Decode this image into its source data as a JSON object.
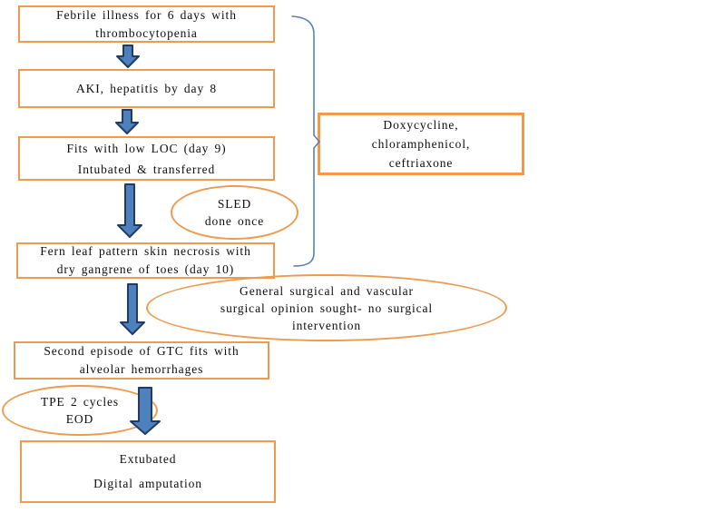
{
  "diagram": {
    "boxes": {
      "febrile": {
        "line1": "Febrile illness for 6 days with",
        "line2": "thrombocytopenia"
      },
      "aki": {
        "line1": "AKI, hepatitis by day 8"
      },
      "fits": {
        "line1": "Fits with low LOC (day 9)",
        "line2": "Intubated & transferred"
      },
      "fern": {
        "line1": "Fern leaf pattern skin necrosis with",
        "line2": "dry gangrene of toes (day 10)"
      },
      "gtc": {
        "line1": "Second episode of GTC fits with",
        "line2": "alveolar hemorrhages"
      },
      "extubated": {
        "line1": "Extubated",
        "line2": "Digital amputation"
      },
      "antibiotics": {
        "line1": "Doxycycline,",
        "line2": "chloramphenicol,",
        "line3": "ceftriaxone"
      }
    },
    "ellipses": {
      "sled": {
        "line1": "SLED",
        "line2": "done once"
      },
      "surgical": {
        "line1": "General surgical and vascular",
        "line2": "surgical opinion sought- no surgical",
        "line3": "intervention"
      },
      "tpe": {
        "line1": "TPE 2 cycles",
        "line2": "EOD"
      }
    },
    "colors": {
      "box_border": "#ED9B51",
      "arrow_fill": "#4E80BC",
      "arrow_outline": "#1F3B66",
      "bracket": "#5C80AE",
      "text": "#0D0D0D",
      "background": "#FFFFFF"
    }
  }
}
